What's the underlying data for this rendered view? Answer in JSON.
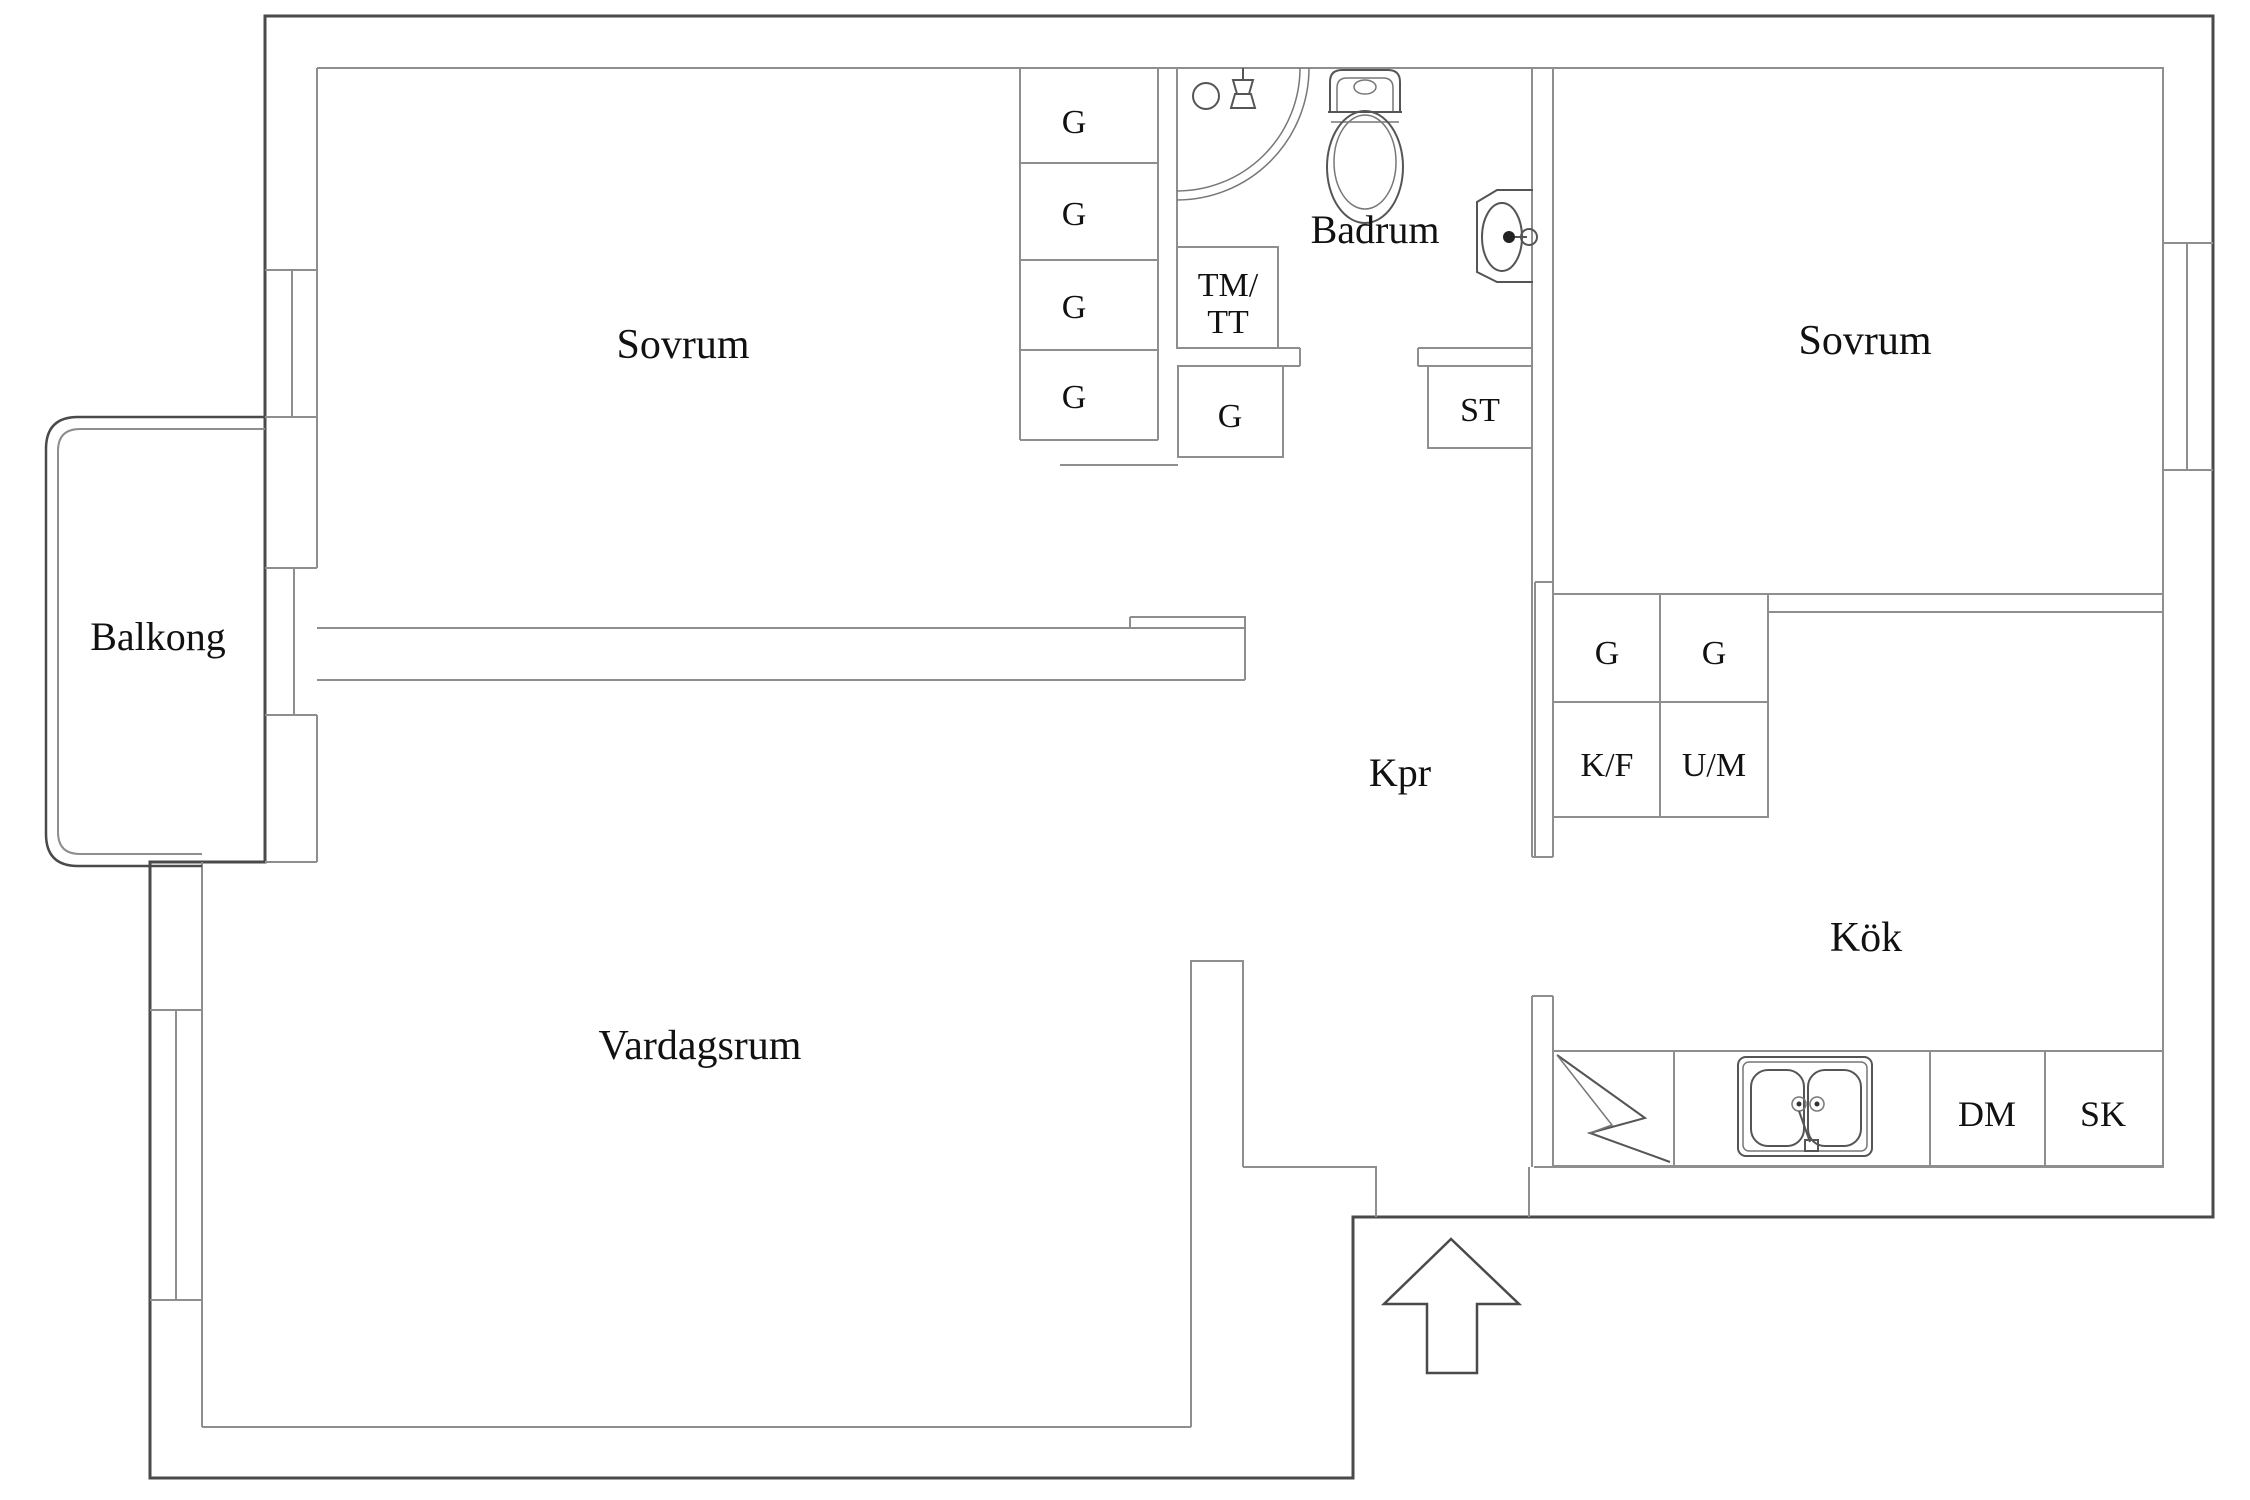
{
  "floor_plan": {
    "rooms": [
      {
        "id": "sovrum-1",
        "label": "Sovrum"
      },
      {
        "id": "badrum",
        "label": "Badrum"
      },
      {
        "id": "sovrum-2",
        "label": "Sovrum"
      },
      {
        "id": "balkong",
        "label": "Balkong"
      },
      {
        "id": "vardagsrum",
        "label": "Vardagsrum"
      },
      {
        "id": "kpr",
        "label": "Kpr"
      },
      {
        "id": "kok",
        "label": "Kök"
      }
    ],
    "storage": {
      "bedroom_closet_column": [
        "G",
        "G",
        "G",
        "G"
      ],
      "laundry_line1": "TM/",
      "laundry_line2": "TT",
      "hall_wardrobe": "G",
      "cleaning_closet": "ST",
      "hall_block": [
        "G",
        "G",
        "K/F",
        "U/M"
      ],
      "kitchen_units": [
        "DM",
        "SK"
      ]
    },
    "fixtures": [
      "corner-shower",
      "toilet",
      "washbasin",
      "kitchen-double-sink",
      "stove-lightning-symbol",
      "entrance-arrow"
    ],
    "colors": {
      "wall_outer": "#4a4a4a",
      "wall_inner": "#8e8e8e",
      "text": "#111111",
      "background": "#ffffff"
    }
  }
}
